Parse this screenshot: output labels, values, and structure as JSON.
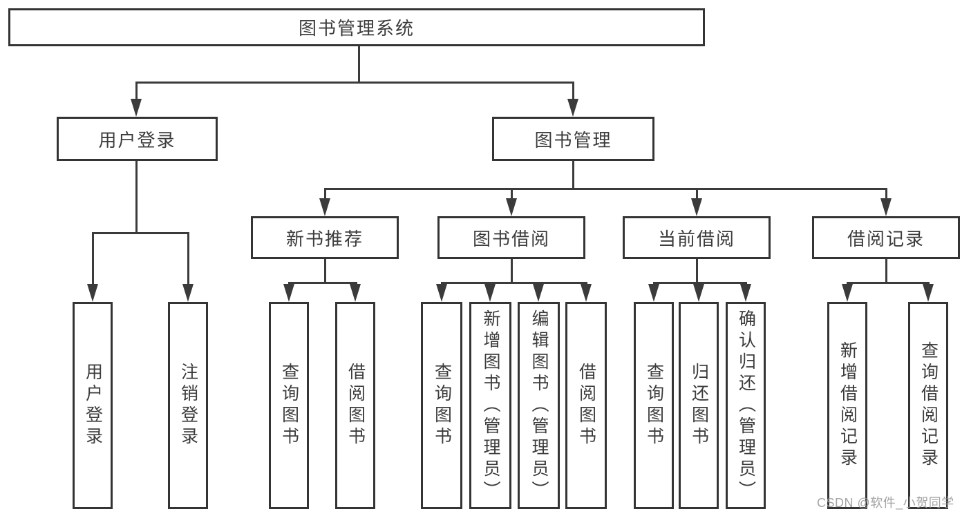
{
  "diagram": {
    "type": "hierarchy-tree",
    "tree": {
      "root": "图书管理系统",
      "level2": [
        {
          "label": "用户登录",
          "parent": "图书管理系统"
        },
        {
          "label": "图书管理",
          "parent": "图书管理系统"
        }
      ],
      "level3": [
        {
          "label": "新书推荐",
          "parent": "图书管理"
        },
        {
          "label": "图书借阅",
          "parent": "图书管理"
        },
        {
          "label": "当前借阅",
          "parent": "图书管理"
        },
        {
          "label": "借阅记录",
          "parent": "图书管理"
        }
      ],
      "leaves": [
        {
          "label": "用户登录",
          "parent": "用户登录"
        },
        {
          "label": "注销登录",
          "parent": "用户登录"
        },
        {
          "label": "查询图书",
          "parent": "新书推荐"
        },
        {
          "label": "借阅图书",
          "parent": "新书推荐"
        },
        {
          "label": "查询图书",
          "parent": "图书借阅"
        },
        {
          "label": "新增图书（管理员）",
          "parent": "图书借阅"
        },
        {
          "label": "编辑图书（管理员）",
          "parent": "图书借阅"
        },
        {
          "label": "借阅图书",
          "parent": "图书借阅"
        },
        {
          "label": "查询图书",
          "parent": "当前借阅"
        },
        {
          "label": "归还图书",
          "parent": "当前借阅"
        },
        {
          "label": "确认归还（管理员）",
          "parent": "当前借阅"
        },
        {
          "label": "新增借阅记录",
          "parent": "借阅记录"
        },
        {
          "label": "查询借阅记录",
          "parent": "借阅记录"
        }
      ]
    },
    "watermark": {
      "text": "CSDN @软件_小贺同学"
    },
    "colors": {
      "line": "#3b3b3b",
      "border": "#343434",
      "text": "#3c3c3c",
      "watermark": "#9c9c9c",
      "background": "#ffffff"
    }
  }
}
